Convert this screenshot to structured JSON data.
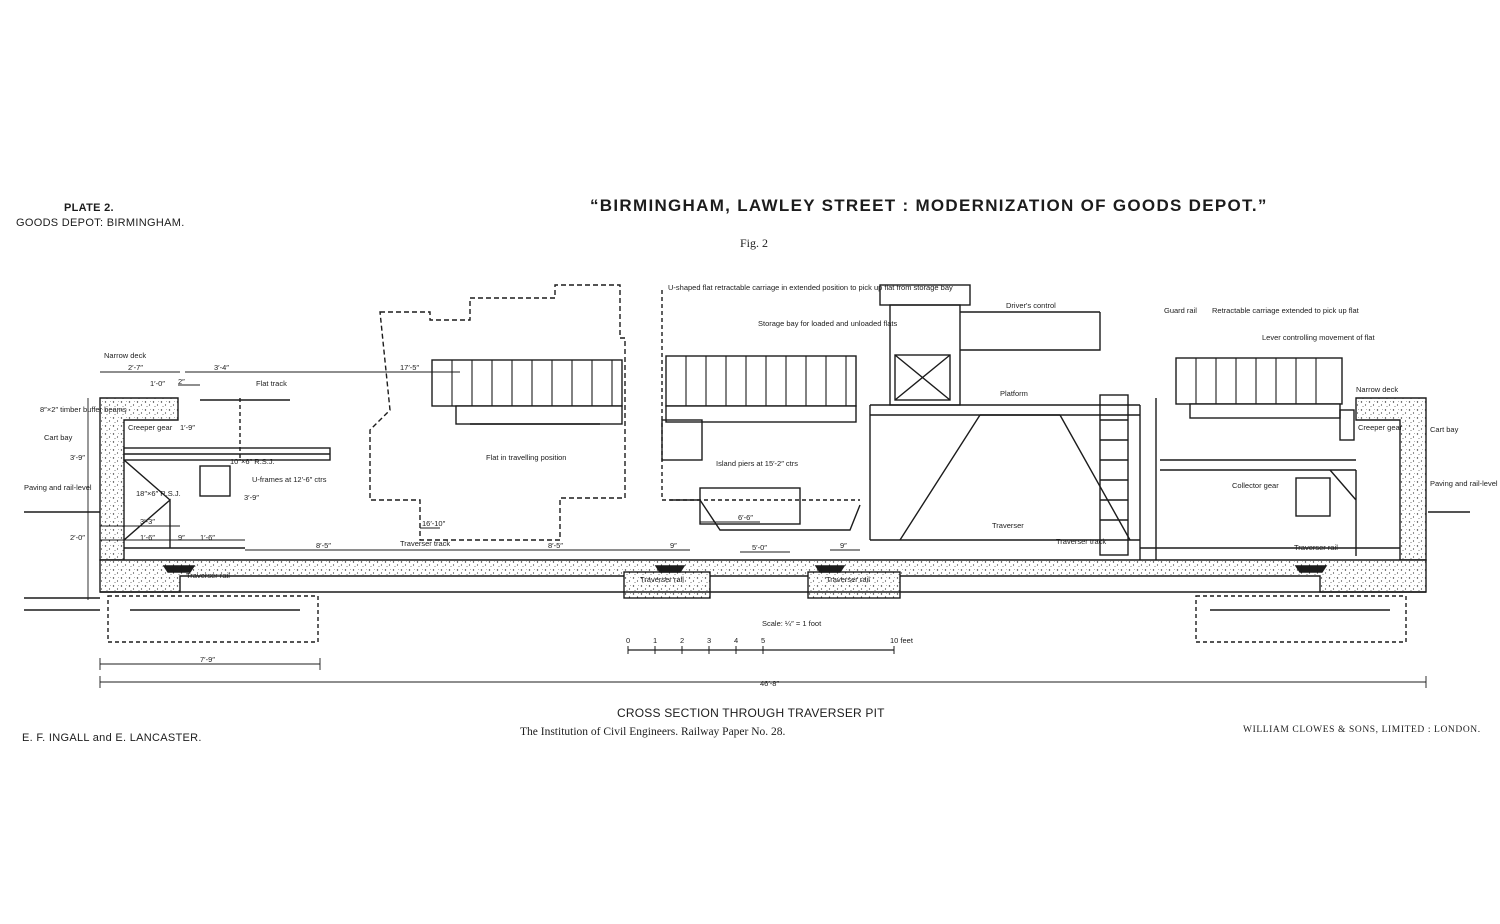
{
  "header": {
    "plate": "PLATE 2.",
    "depot": "GOODS DEPOT: BIRMINGHAM.",
    "title": "“BIRMINGHAM, LAWLEY STREET : MODERNIZATION OF GOODS DEPOT.”",
    "figure": "Fig. 2"
  },
  "footer": {
    "caption": "CROSS SECTION THROUGH TRAVERSER PIT",
    "authors": "E. F. INGALL and E. LANCASTER.",
    "institution": "The Institution of Civil Engineers.    Railway Paper No. 28.",
    "printer": "WILLIAM CLOWES & SONS, LIMITED : LONDON."
  },
  "labels": {
    "narrow_deck_left": "Narrow deck",
    "timber_beams": "8″×2″ timber buffer beams",
    "creeper_gear_left": "Creeper gear",
    "cart_bay_left": "Cart bay",
    "paving_left": "Paving and rail-level",
    "flat_track": "Flat track",
    "rsj_top": "10″×6″ R.S.J.",
    "u_frames": "U-frames at 12′-6″ ctrs",
    "rsj_bottom": "18″×6″ R.S.J.",
    "flat_travelling": "Flat in travelling position",
    "traverser_track_left": "Traverser track",
    "u_shaped_flat": "U-shaped flat retractable carriage in extended position to pick up flat from storage bay",
    "storage_bay": "Storage bay for loaded and unloaded flats",
    "island_piers": "Island piers at 15′-2″ ctrs",
    "drivers_control": "Driver's control",
    "platform": "Platform",
    "traverser": "Traverser",
    "traverser_track_right": "Traverser track",
    "guard_rail": "Guard rail",
    "retractable_carriage": "Retractable carriage extended to pick up flat",
    "lever_controlling": "Lever controlling movement of flat",
    "narrow_deck_right": "Narrow deck",
    "creeper_gear_right": "Creeper gear",
    "cart_bay_right": "Cart bay",
    "paving_right": "Paving and rail-level",
    "collector_gear": "Collector gear",
    "traverser_rail_left": "Traverser rail",
    "traverser_rail_mid1": "Traverser rail",
    "traverser_rail_mid2": "Traverser rail",
    "traverser_rail_right": "Traverser rail"
  },
  "dimensions": {
    "d_2_7": "2′-7″",
    "d_1_0": "1′-0″",
    "d_2": "2″",
    "d_3_4": "3′-4″",
    "d_17_5": "17′-5″",
    "d_1_9": "1′-9″",
    "d_3_9": "3′-9″",
    "d_3_9b": "3′-9″",
    "d_3_3": "3′-3″",
    "d_1_6a": "1′-6″",
    "d_1_6b": "1′-6″",
    "d_9": "9″",
    "d_16_10": "16′-10″",
    "d_8_5a": "8′-5″",
    "d_8_5b": "8′-5″",
    "d_9b": "9″",
    "d_5_0": "5′-0″",
    "d_9c": "9″",
    "d_6_6": "6′-6″",
    "d_2_0": "2′-0″",
    "d_7_9": "7′-9″",
    "d_46_8": "46′-8″"
  },
  "scale": {
    "label": "Scale: ¼″ = 1 foot",
    "ticks": [
      "0",
      "1",
      "2",
      "3",
      "4",
      "5",
      "10 feet"
    ]
  }
}
